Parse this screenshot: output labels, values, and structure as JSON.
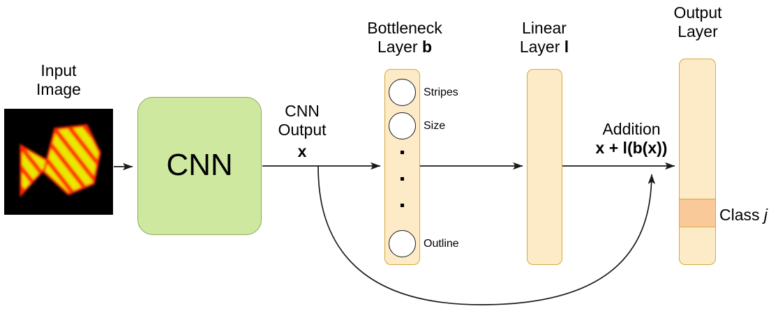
{
  "diagram": {
    "title_input": "Input\nImage",
    "cnn_label": "CNN",
    "cnn_output_title": "CNN\nOutput",
    "cnn_output_symbol": "x",
    "bottleneck_title_line1": "Bottleneck",
    "bottleneck_title_line2": "Layer ",
    "bottleneck_symbol": "b",
    "linear_title_line1": "Linear",
    "linear_title_line2": "Layer ",
    "linear_symbol": "l",
    "output_title": "Output\nLayer",
    "addition_title": "Addition",
    "addition_formula_x": "x",
    "addition_formula_plus": " + ",
    "addition_formula_l": "l",
    "addition_formula_open": "(",
    "addition_formula_b": "b",
    "addition_formula_open2": "(",
    "addition_formula_x2": "x",
    "addition_formula_close": "))",
    "class_label": "Class ",
    "class_index": "j",
    "bottleneck_nodes": [
      {
        "label": "Stripes"
      },
      {
        "label": "Size"
      },
      {
        "label": "Outline"
      }
    ],
    "colors": {
      "cnn_fill": "#cfe8a0",
      "cnn_stroke": "#8aa85f",
      "layer_fill": "#fdeac6",
      "layer_stroke": "#d6a93c",
      "class_highlight": "#fac99a",
      "neuron_fill": "#ffffff",
      "edge_stroke": "#1a1a1a",
      "image_bg": "#000000",
      "image_shape_fill": "#e8e800",
      "image_shape_stripe": "#ff2a00",
      "text": "#000000"
    },
    "icons": {
      "arrow": "arrow-right-icon",
      "skip_connection": "skip-connection-curve-icon",
      "ellipsis": "vertical-ellipsis-icon"
    }
  }
}
